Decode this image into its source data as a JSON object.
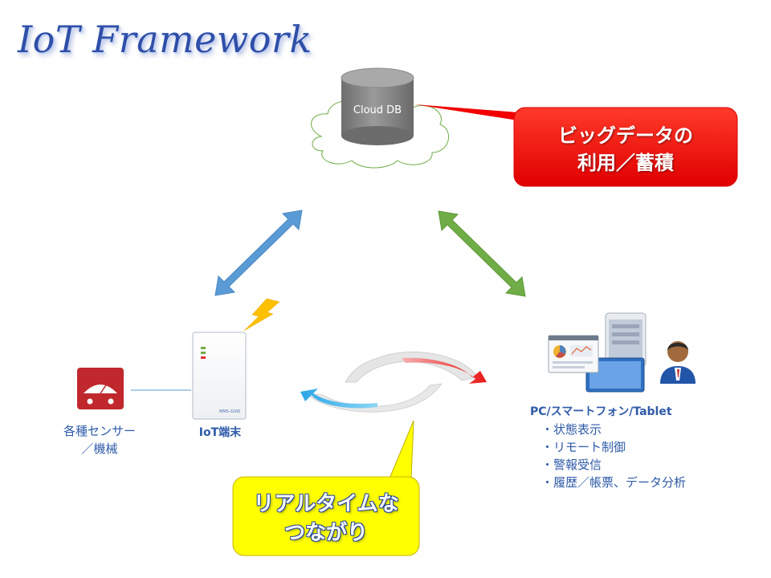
{
  "title": "IoT Framework",
  "cloud": {
    "label": "Cloud DB"
  },
  "callout_bigdata": {
    "line1": "ビッグデータの",
    "line2": "利用／蓄積",
    "color": "#f20000"
  },
  "callout_realtime": {
    "line1": "リアルタイムな",
    "line2": "つながり",
    "color": "#ffff00"
  },
  "sensor": {
    "line1": "各種センサー",
    "line2": "／機械",
    "icon": "gauge-icon"
  },
  "device": {
    "label": "IoT端末",
    "model": "MMS-3200"
  },
  "clients": {
    "heading": "PC/スマートフォン/Tablet",
    "items": [
      "・状態表示",
      "・リモート制御",
      "・警報受信",
      "・履歴／帳票、データ分析"
    ]
  },
  "colors": {
    "blue_arrow": "#5b9bd5",
    "green_arrow": "#70ad47",
    "text_blue": "#2e5aa8"
  }
}
